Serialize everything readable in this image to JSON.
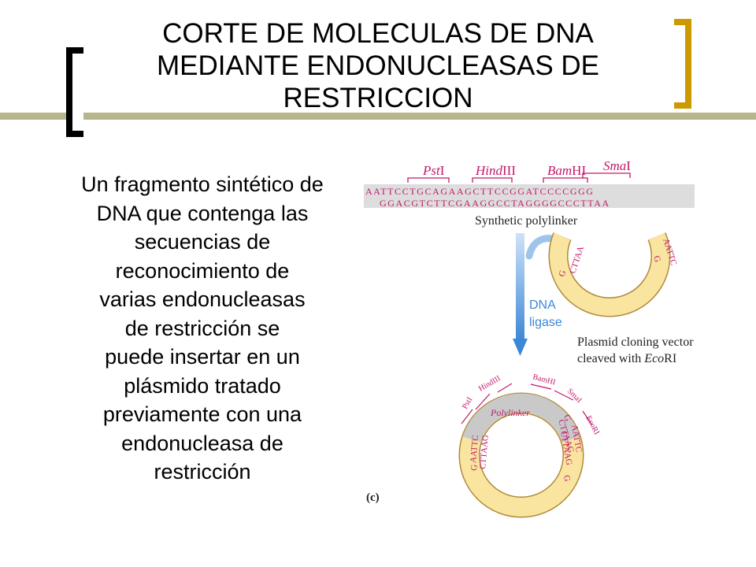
{
  "title": {
    "line1": "CORTE DE MOLECULAS DE DNA",
    "line2": "MEDIANTE ENDONUCLEASAS DE",
    "line3": "RESTRICCION"
  },
  "body_lines": [
    "Un fragmento sintético de",
    "DNA que contenga las",
    "secuencias de",
    "reconocimiento de",
    "varias endonucleasas",
    "de restricción se",
    "puede insertar en un",
    "plásmido tratado",
    "previamente con una",
    "endonucleasa de",
    "restricción"
  ],
  "diagram": {
    "enzymes": {
      "pst_italic": "Pst",
      "pst_roman": "I",
      "hind_italic": "Hind",
      "hind_roman": "III",
      "bam_italic": "Bam",
      "bam_roman": "HI",
      "sma_italic": "Sma",
      "sma_roman": "I"
    },
    "top_strand": "AATTCCTGCAGAAGCTTCCGGATCCCCGGG",
    "bottom_strand": "GGACGTCTTCGAAGGCCTAGGGGCCCTTAA",
    "polylinker_label": "Synthetic polylinker",
    "ligase_line1": "DNA",
    "ligase_line2": "ligase",
    "plasmid_line1": "Plasmid cloning vector",
    "plasmid_line2_roman": "cleaved with ",
    "plasmid_line2_italic": "Eco",
    "plasmid_line2_end": "RI",
    "left_end_top": "G",
    "left_end_bottom": "CTTAA",
    "right_end_top": "AATTC",
    "right_end_bottom": "G",
    "product": {
      "pst": "PstI",
      "hind": "HindIII",
      "bam": "BamHI",
      "sma": "SmaI",
      "eco": "EcoRI",
      "polylinker": "Polylinker",
      "left_outer": "AATTC",
      "left_inner": "CTTAAG",
      "left_g": "G",
      "right_outer": "AATTC",
      "right_inner": "CTTAAG",
      "right_g": "G",
      "mid_left": "G",
      "mid_right": "CTTAAG"
    },
    "panel_label": "(c)"
  },
  "colors": {
    "accent_gold": "#cc9a00",
    "divider": "#b7b68a",
    "magenta": "#c2186b",
    "plasmid_fill": "#f9e5a0",
    "plasmid_stroke": "#b08a3a",
    "arrow_blue": "#3d88d6",
    "polylinker_gray": "#c9c9c9"
  }
}
